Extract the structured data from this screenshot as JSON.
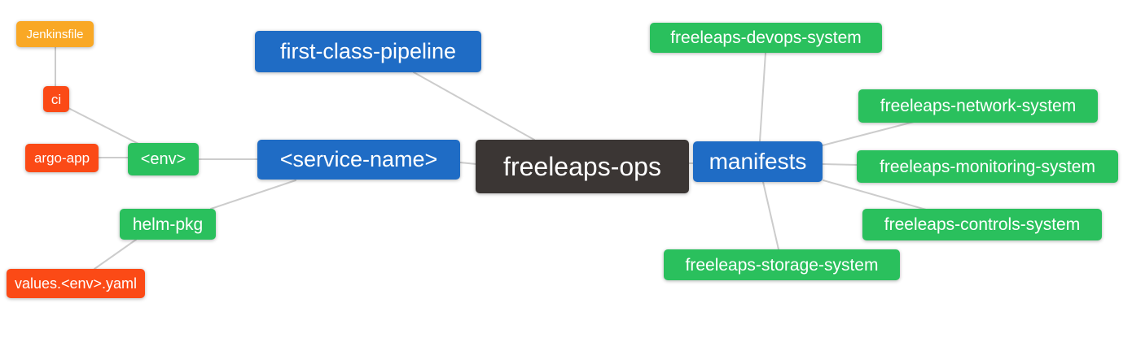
{
  "mindmap": {
    "root_label": "freeleaps-ops",
    "colors": {
      "background": "#ffffff",
      "node_text": "#ffffff",
      "edge": "#cccccc",
      "orange": "#f9a825",
      "red": "#fb4a16",
      "green": "#2ac05d",
      "blue": "#1f6cc5",
      "dark": "#3b3634"
    },
    "nodes": [
      {
        "id": "jenkinsfile",
        "label": "Jenkinsfile",
        "color": "orange"
      },
      {
        "id": "ci",
        "label": "ci",
        "color": "red"
      },
      {
        "id": "argo-app",
        "label": "argo-app",
        "color": "red"
      },
      {
        "id": "env",
        "label": "<env>",
        "color": "green"
      },
      {
        "id": "helm-pkg",
        "label": "helm-pkg",
        "color": "green"
      },
      {
        "id": "values-env-yaml",
        "label": "values.<env>.yaml",
        "color": "red"
      },
      {
        "id": "first-class-pipeline",
        "label": "first-class-pipeline",
        "color": "blue"
      },
      {
        "id": "service-name",
        "label": "<service-name>",
        "color": "blue"
      },
      {
        "id": "freeleaps-ops",
        "label": "freeleaps-ops",
        "color": "dark"
      },
      {
        "id": "manifests",
        "label": "manifests",
        "color": "blue"
      },
      {
        "id": "freeleaps-devops-system",
        "label": "freeleaps-devops-system",
        "color": "green"
      },
      {
        "id": "freeleaps-network-system",
        "label": "freeleaps-network-system",
        "color": "green"
      },
      {
        "id": "freeleaps-monitoring-system",
        "label": "freeleaps-monitoring-system",
        "color": "green"
      },
      {
        "id": "freeleaps-controls-system",
        "label": "freeleaps-controls-system",
        "color": "green"
      },
      {
        "id": "freeleaps-storage-system",
        "label": "freeleaps-storage-system",
        "color": "green"
      }
    ],
    "edges": [
      {
        "from": "ci",
        "to": "jenkinsfile"
      },
      {
        "from": "env",
        "to": "ci"
      },
      {
        "from": "env",
        "to": "argo-app"
      },
      {
        "from": "service-name",
        "to": "env"
      },
      {
        "from": "service-name",
        "to": "helm-pkg"
      },
      {
        "from": "helm-pkg",
        "to": "values-env-yaml"
      },
      {
        "from": "freeleaps-ops",
        "to": "first-class-pipeline"
      },
      {
        "from": "freeleaps-ops",
        "to": "service-name"
      },
      {
        "from": "freeleaps-ops",
        "to": "manifests"
      },
      {
        "from": "manifests",
        "to": "freeleaps-devops-system"
      },
      {
        "from": "manifests",
        "to": "freeleaps-network-system"
      },
      {
        "from": "manifests",
        "to": "freeleaps-monitoring-system"
      },
      {
        "from": "manifests",
        "to": "freeleaps-controls-system"
      },
      {
        "from": "manifests",
        "to": "freeleaps-storage-system"
      }
    ]
  }
}
